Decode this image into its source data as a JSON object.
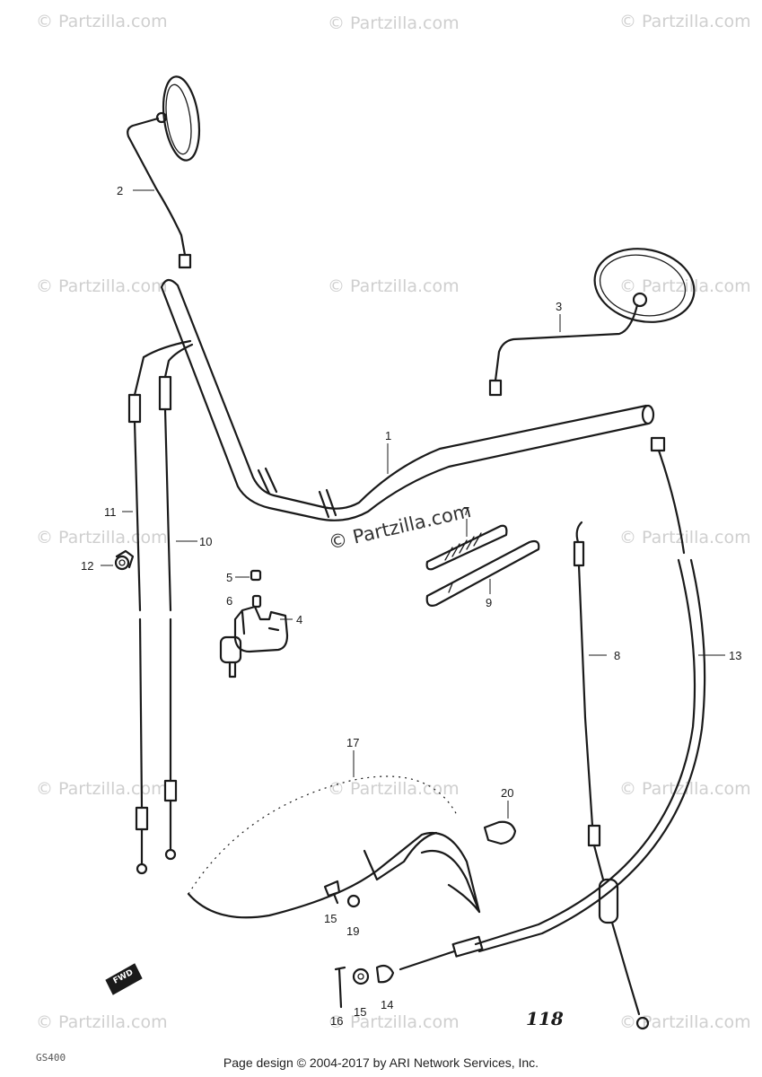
{
  "watermark": "© Partzilla.com",
  "page_number": "118",
  "diagram_code": "GS400",
  "fwd_label": "FWD",
  "footer": "Page design © 2004-2017 by ARI Network Services, Inc.",
  "callouts": {
    "c1": "1",
    "c2": "2",
    "c3": "3",
    "c4": "4",
    "c5": "5",
    "c6": "6",
    "c7": "7",
    "c8": "8",
    "c9": "9",
    "c10": "10",
    "c11": "11",
    "c12": "12",
    "c13": "13",
    "c14": "14",
    "c15a": "15",
    "c15b": "15",
    "c16": "16",
    "c17": "17",
    "c19": "19",
    "c20": "20"
  }
}
